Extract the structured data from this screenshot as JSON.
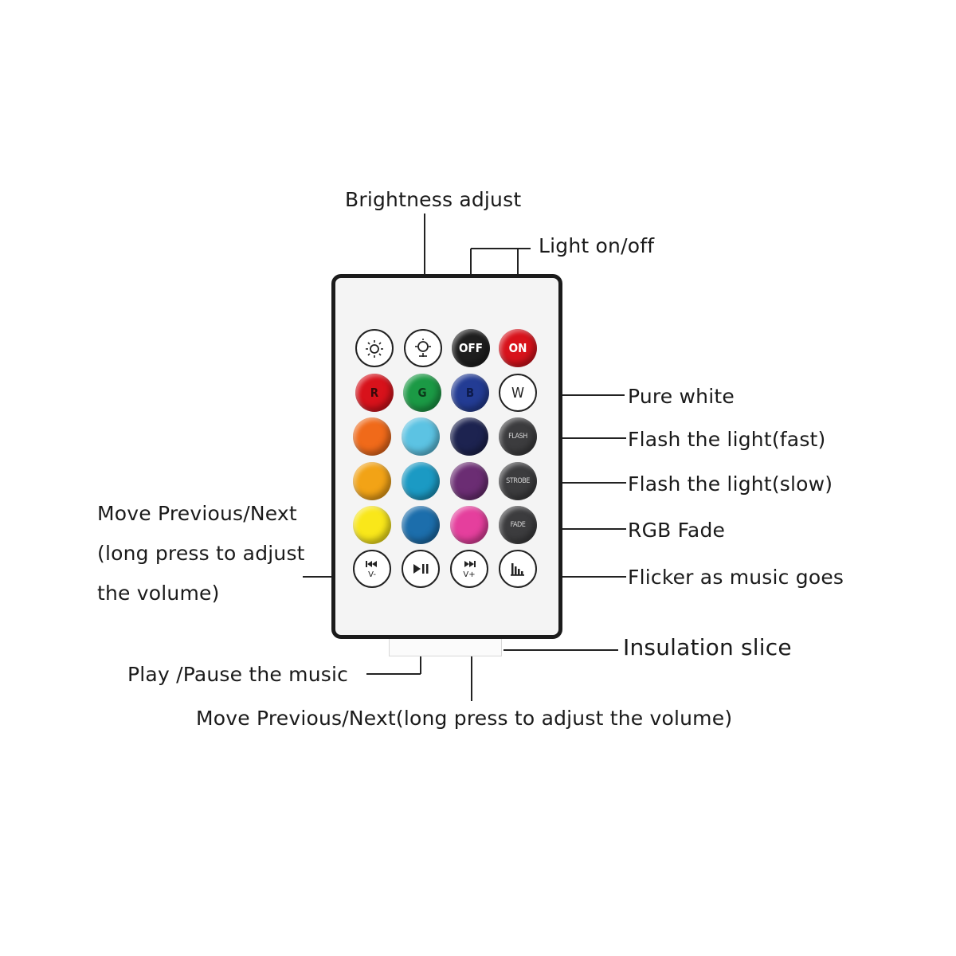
{
  "labels": {
    "brightness": "Brightness adjust",
    "light_on_off": "Light on/off",
    "pure_white": "Pure white",
    "flash_fast": "Flash the light(fast)",
    "flash_slow": "Flash the light(slow)",
    "rgb_fade": "RGB Fade",
    "flicker_music": "Flicker as music goes",
    "insulation": "Insulation slice",
    "play_pause": "Play /Pause the music",
    "prev_next_left": "Move Previous/Next\n(long press to adjust\nthe volume)",
    "prev_next_bottom": "Move Previous/Next(long press to adjust the volume)"
  },
  "buttons": {
    "off": "OFF",
    "on": "ON",
    "r": "R",
    "g": "G",
    "b": "B",
    "w": "W",
    "flash": "FLASH",
    "strobe": "STROBE",
    "fade": "FADE",
    "vol_down": "V-",
    "vol_up": "V+"
  },
  "icons": {
    "brightness_down": "sun-small-icon",
    "brightness_up": "sun-large-icon",
    "prev": "skip-previous-icon",
    "play_pause": "play-pause-icon",
    "next": "skip-next-icon",
    "music": "equalizer-icon"
  },
  "colors": {
    "off": "#1e1e1e",
    "on": "#d8121b",
    "red": "#d8121b",
    "green": "#1b9a45",
    "blue": "#233c94",
    "orange": "#f06a1a",
    "light_blue": "#5cc3e3",
    "navy": "#1d2350",
    "amber": "#f2a316",
    "teal": "#1b9ac4",
    "purple": "#6b2d73",
    "yellow": "#f9e71a",
    "cerulean": "#1c6eac",
    "pink": "#e53f9d",
    "dark_gray": "#3c3c3e"
  }
}
